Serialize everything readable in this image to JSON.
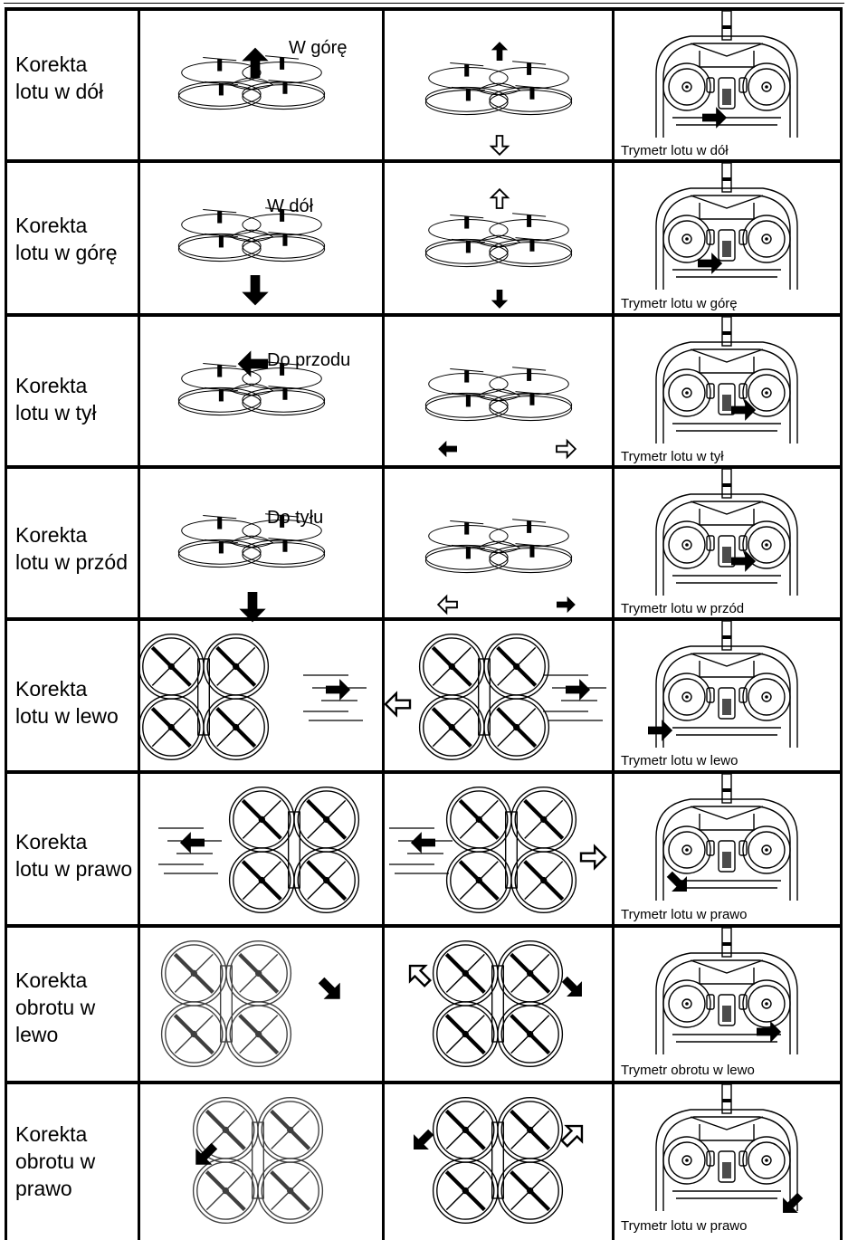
{
  "rows": [
    {
      "label": "Korekta\nlotu w dół",
      "direction_label": "W górę",
      "caption": "Trymetr lotu w dół"
    },
    {
      "label": "Korekta\nlotu w górę",
      "direction_label": "W dół",
      "caption": "Trymetr lotu w górę"
    },
    {
      "label": "Korekta\nlotu w tył",
      "direction_label": "Do przodu",
      "caption": "Trymetr lotu w tył"
    },
    {
      "label": "Korekta\nlotu w przód",
      "direction_label": "Do tyłu",
      "caption": "Trymetr lotu w przód"
    },
    {
      "label": "Korekta\nlotu w lewo",
      "caption": "Trymetr lotu w lewo"
    },
    {
      "label": "Korekta\nlotu w prawo",
      "caption": "Trymetr lotu w prawo"
    },
    {
      "label": "Korekta\nobrotu w\nlewo",
      "caption": "Trymetr obrotu w lewo"
    },
    {
      "label": "Korekta\nobrotu w\nprawo",
      "caption": "Trymetr lotu w prawo"
    }
  ]
}
